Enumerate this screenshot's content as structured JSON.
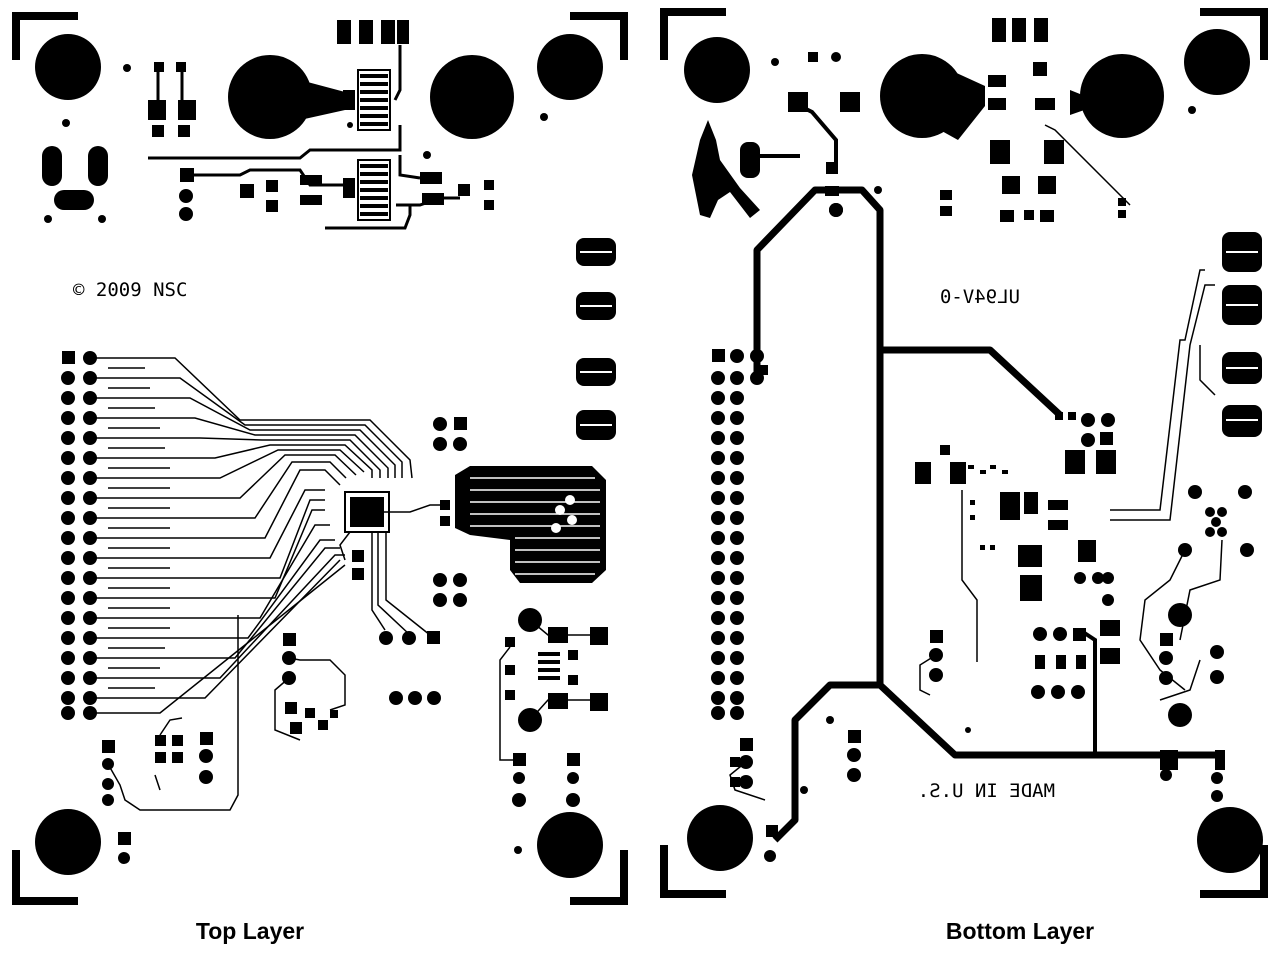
{
  "top_layer": {
    "caption": "Top Layer",
    "silkscreen": "© 2009 NSC"
  },
  "bottom_layer": {
    "caption": "Bottom Layer",
    "silkscreen_board_id": "UL94V-0",
    "silkscreen_origin": "MADE IN U.S."
  },
  "colors": {
    "copper": "#000000",
    "board": "#ffffff"
  }
}
